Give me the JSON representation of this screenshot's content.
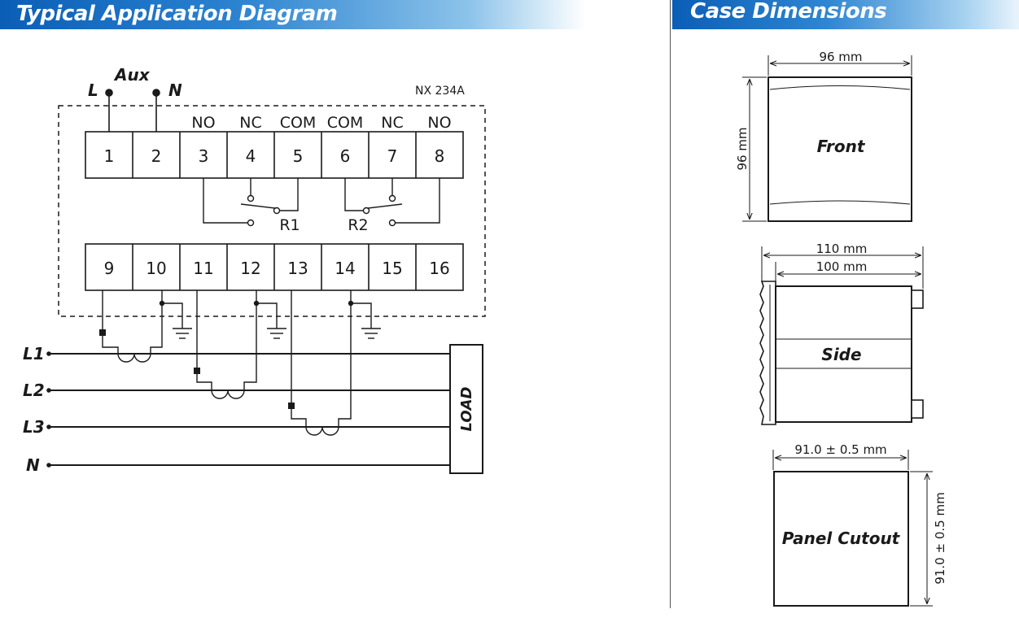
{
  "headers": {
    "left_title": "Typical Application Diagram",
    "right_title": "Case Dimensions"
  },
  "wiring": {
    "aux_label": "Aux",
    "aux_l": "L",
    "aux_n": "N",
    "model": "NX 234A",
    "relay_labels": [
      "NO",
      "NC",
      "COM",
      "COM",
      "NC",
      "NO"
    ],
    "top_terminals": [
      "1",
      "2",
      "3",
      "4",
      "5",
      "6",
      "7",
      "8"
    ],
    "bottom_terminals": [
      "9",
      "10",
      "11",
      "12",
      "13",
      "14",
      "15",
      "16"
    ],
    "relay1": "R1",
    "relay2": "R2",
    "lines": [
      "L1",
      "L2",
      "L3",
      "N"
    ],
    "load": "LOAD"
  },
  "dimensions": {
    "front_width": "96 mm",
    "front_height": "96 mm",
    "front_label": "Front",
    "side_outer": "110 mm",
    "side_inner": "100 mm",
    "side_label": "Side",
    "cutout_width": "91.0 ± 0.5 mm",
    "cutout_height": "91.0 ± 0.5 mm",
    "cutout_label": "Panel Cutout"
  }
}
